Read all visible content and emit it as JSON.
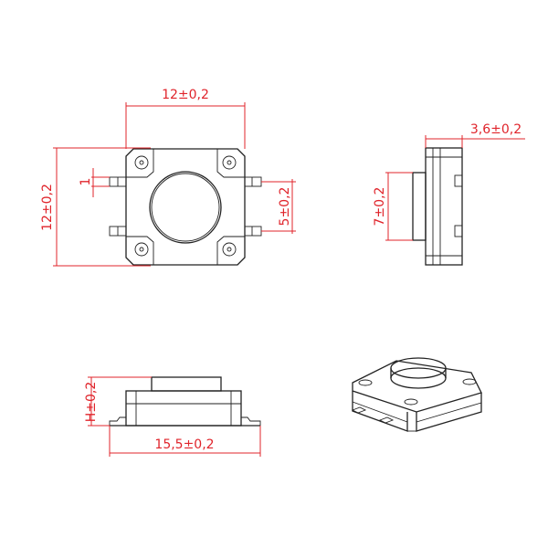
{
  "dimensions": {
    "top_width": "12±0,2",
    "top_height": "12±0,2",
    "pin_width": "1",
    "pin_pitch": "5±0,2",
    "side_thickness": "3,6±0,2",
    "actuator_diameter": "7±0,2",
    "height": "H±0,2",
    "total_length": "15,5±0,2"
  },
  "colors": {
    "dimension": "#e0242b",
    "outline": "#222222"
  }
}
